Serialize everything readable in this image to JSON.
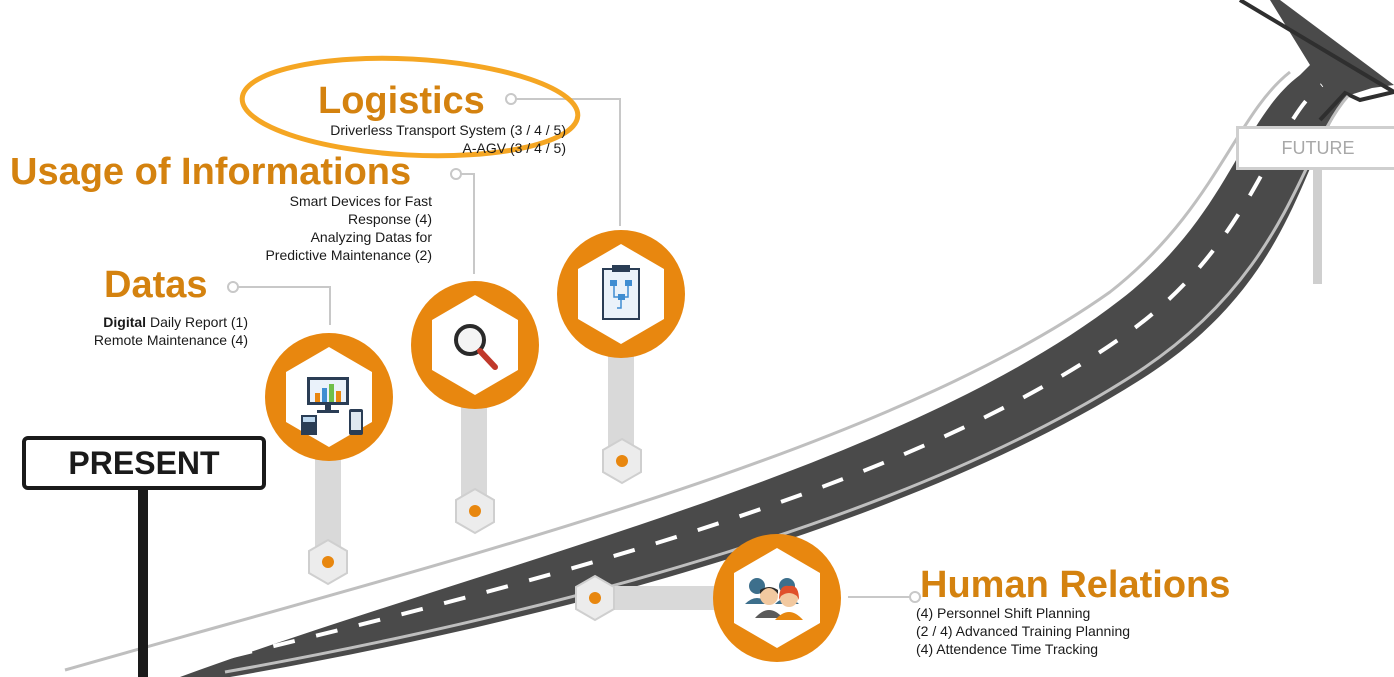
{
  "signs": {
    "present": "PRESENT",
    "future": "FUTURE"
  },
  "milestones": {
    "logistics": {
      "title": "Logistics",
      "lines": [
        "Driverless Transport System (3 / 4 / 5)",
        "A-AGV (3 / 4 / 5)"
      ],
      "icon": "clipboard-flowchart-icon",
      "highlighted": true
    },
    "usage": {
      "title": "Usage of Informations",
      "lines": [
        "Smart Devices for Fast",
        "Response (4)",
        "Analyzing Datas for",
        "Predictive Maintenance (2)"
      ],
      "icon": "magnifier-icon"
    },
    "datas": {
      "title": "Datas",
      "line1_bold": "Digital",
      "line1_rest": " Daily Report (1)",
      "line2": "Remote Maintenance (4)",
      "icon": "computer-devices-icon"
    },
    "human": {
      "title": "Human Relations",
      "lines": [
        "(4) Personnel Shift Planning",
        "(2 / 4) Advanced Training Planning",
        "(4) Attendence Time Tracking"
      ],
      "icon": "people-icon"
    }
  },
  "colors": {
    "accent": "#d4820f",
    "highlight_ring": "#f5a623",
    "road": "#4a4a4a",
    "road_marking": "#ffffff",
    "connector": "#d9d9d9"
  }
}
